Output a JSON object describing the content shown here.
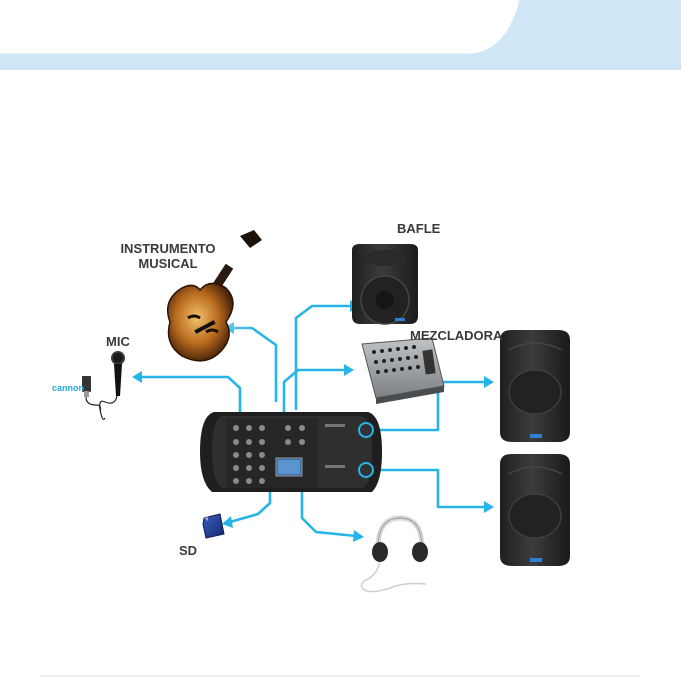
{
  "labels": {
    "instrument_line1": "INSTRUMENTO",
    "instrument_line2": "MUSICAL",
    "bafle": "BAFLE",
    "mezcladora": "MEZCLADORA",
    "mic": "MIC",
    "cannon": "cannon",
    "sd": "SD"
  },
  "colors": {
    "header_band": "#cfe7f7",
    "cable": "#27b4e6",
    "device_body": "#2b2b2b",
    "label_text": "#3a3a3a",
    "accent_text": "#27a9e1"
  }
}
